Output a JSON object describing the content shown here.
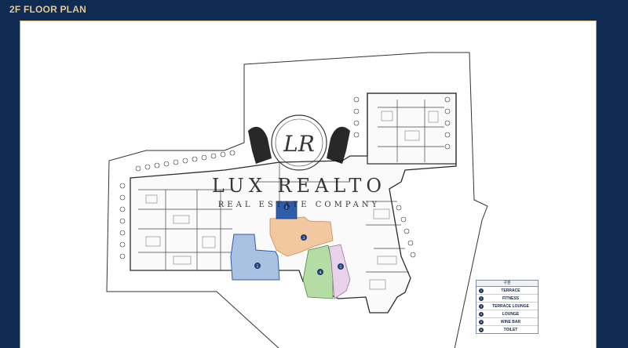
{
  "header": {
    "title": "2F FLOOR PLAN"
  },
  "colors": {
    "navy": "#0f2b52",
    "gold": "#e2c79a",
    "terrace": "#2f5ea8",
    "fitness": "#a9c2e2",
    "terrace_lounge": "#f2c8a1",
    "lounge": "#b5dca5",
    "wine_bar": "#e7d2ea"
  },
  "watermark": {
    "logo_text": "LUX REALTO",
    "subtitle": "REAL ESTATE COMPANY",
    "monogram": "LR"
  },
  "zones": [
    {
      "num": "1",
      "name": "TERRACE",
      "color": "#2f5ea8"
    },
    {
      "num": "2",
      "name": "FITNESS",
      "color": "#a9c2e2"
    },
    {
      "num": "3",
      "name": "TERRACE LOUNGE",
      "color": "#f2c8a1"
    },
    {
      "num": "4",
      "name": "LOUNGE",
      "color": "#b5dca5"
    },
    {
      "num": "5",
      "name": "WINE BAR",
      "color": "#e7d2ea"
    }
  ],
  "legend": {
    "header": "구분",
    "items": [
      {
        "num": "1",
        "label": "TERRACE"
      },
      {
        "num": "2",
        "label": "FITNESS"
      },
      {
        "num": "3",
        "label": "TERRACE LOUNGE"
      },
      {
        "num": "4",
        "label": "LOUNGE"
      },
      {
        "num": "5",
        "label": "WINE BAR"
      },
      {
        "num": "6",
        "label": "TOILET"
      }
    ]
  }
}
